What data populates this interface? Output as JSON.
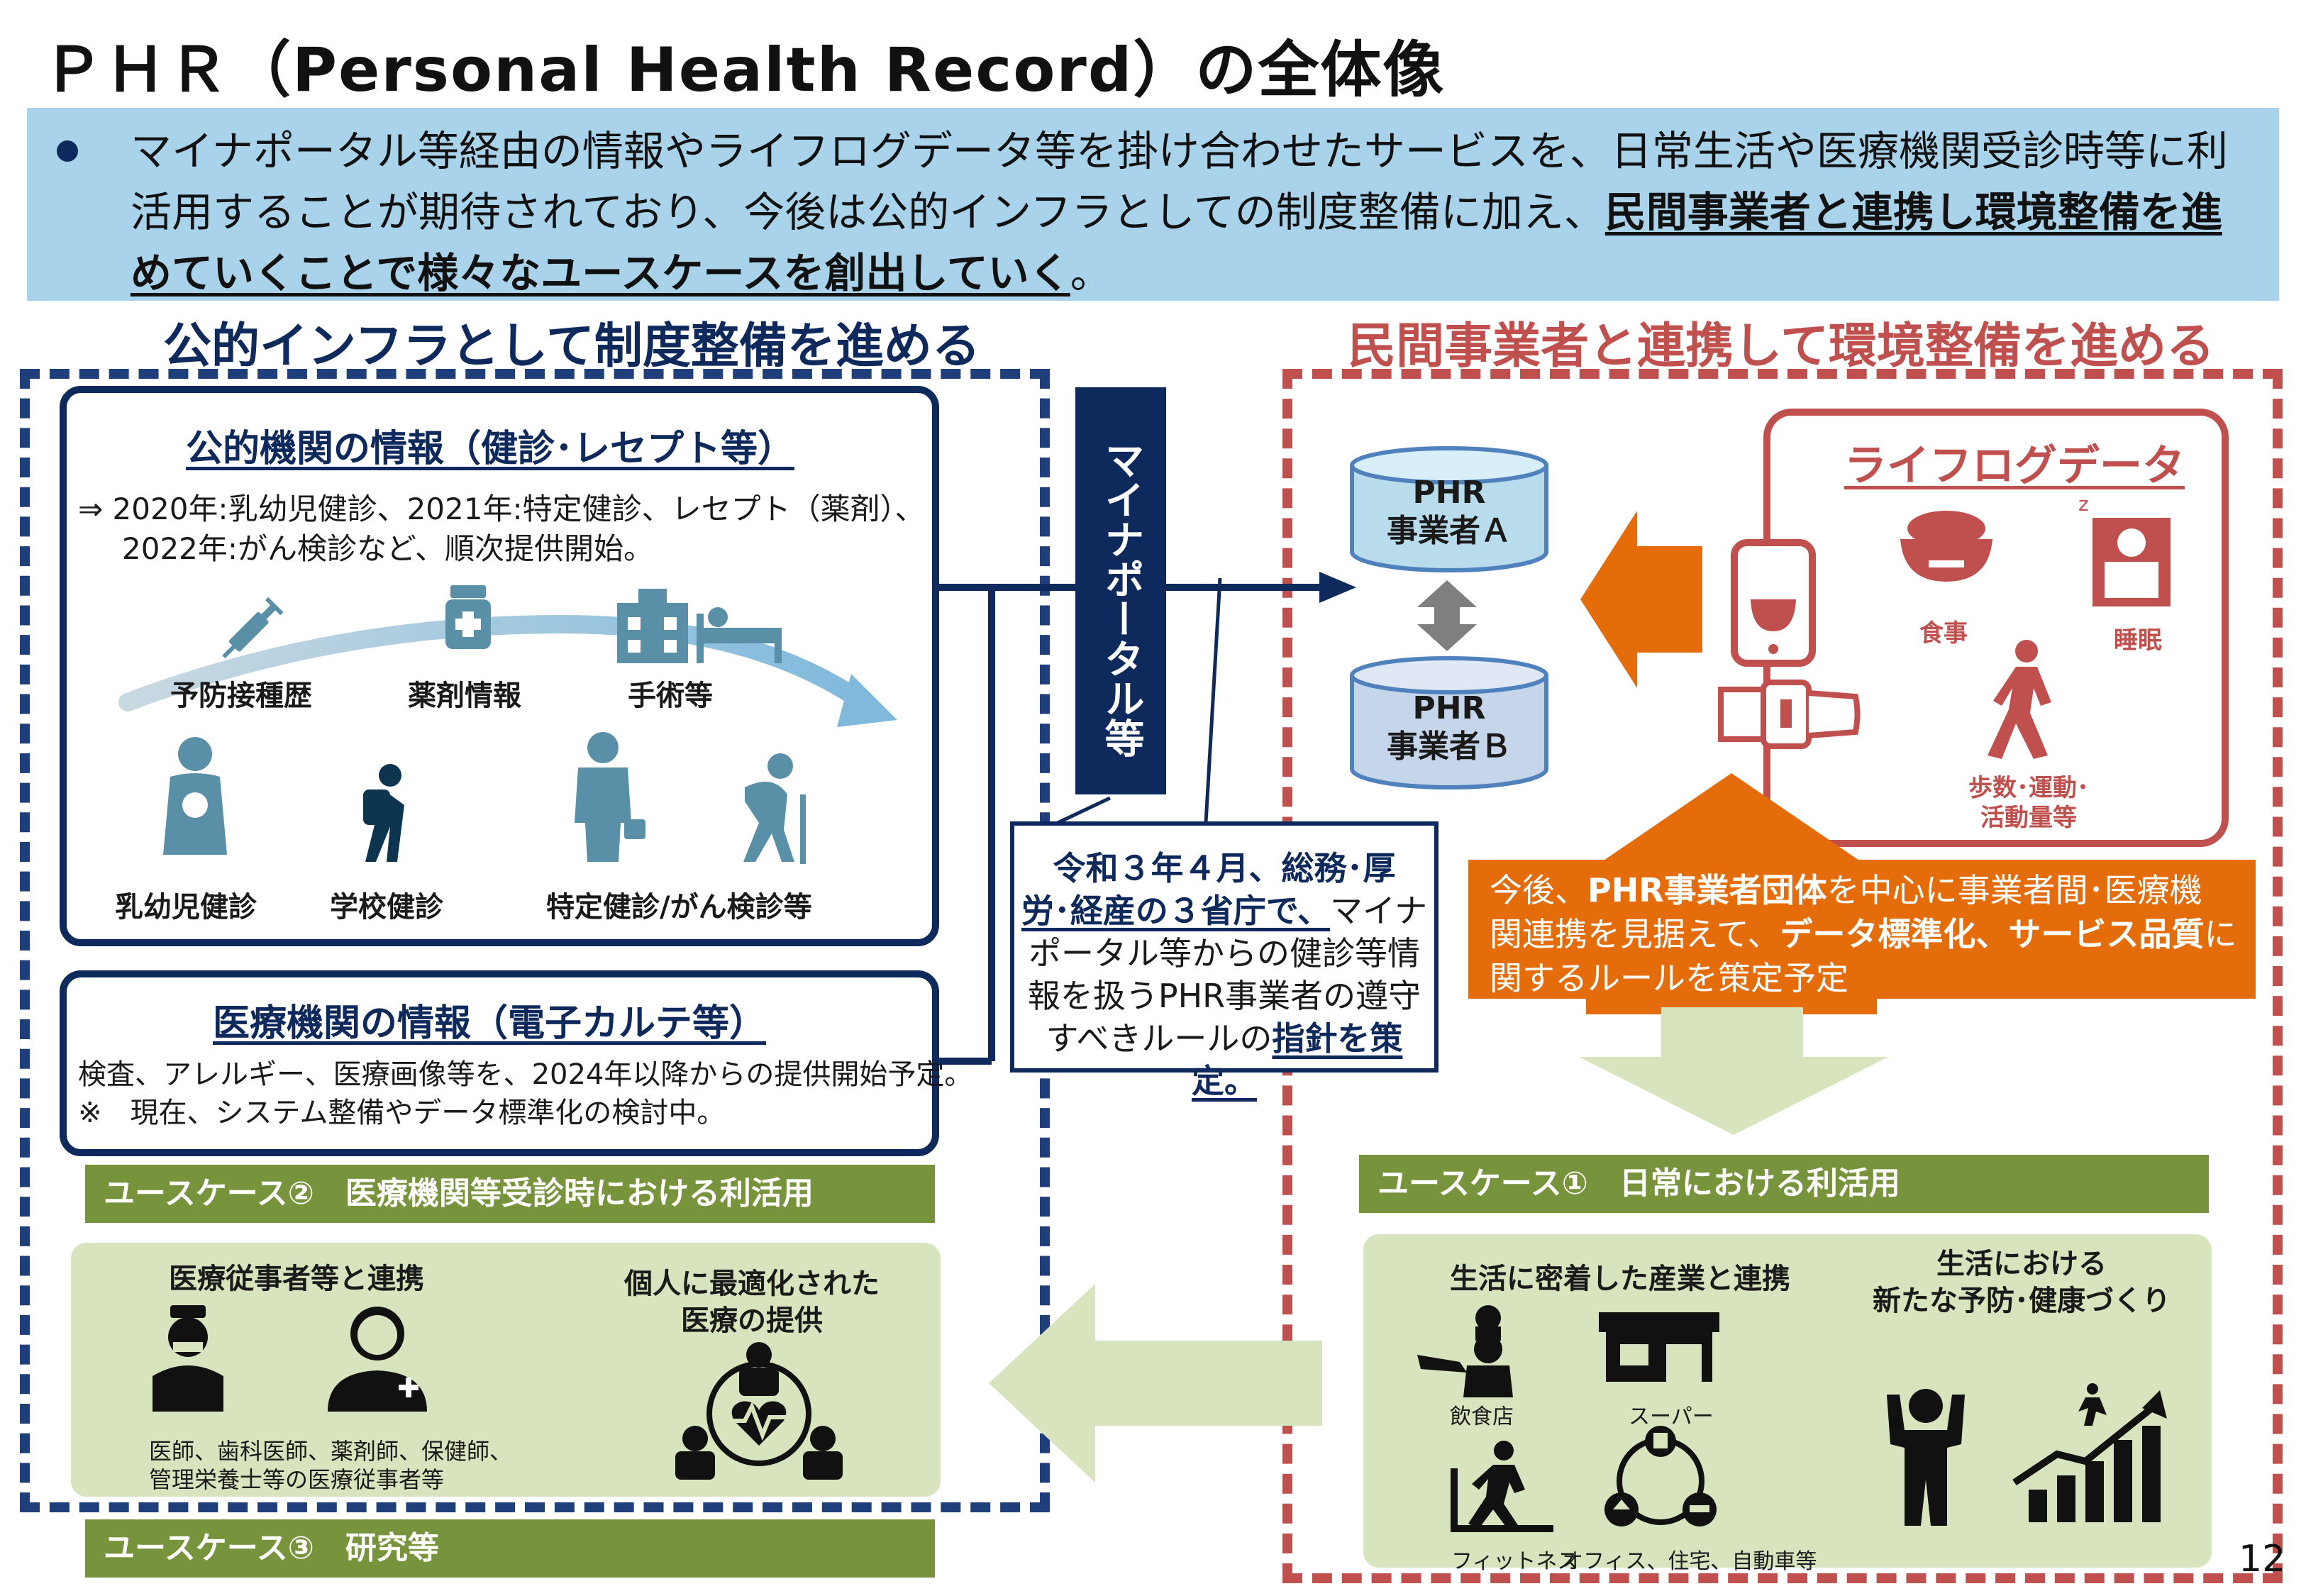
{
  "title": "ＰＨＲ（Personal Health Record）の全体像",
  "bullet": {
    "line1": "マイナポータル等経由の情報やライフログデータ等を掛け合わせたサービスを、日常生活や医療機関受診時等に利",
    "line2_plain": "活用することが期待されており、今後は公的インフラとしての制度整備に加え、",
    "line2_bold": "民間事業者と連携し環境整備を進",
    "line3_bold": "めていくことで様々なユースケースを創出していく",
    "line3_end": "。"
  },
  "left_heading": "公的インフラとして制度整備を進める",
  "right_heading": "民間事業者と連携して環境整備を進める",
  "public_info": {
    "title": "公的機関の情報（健診･レセプト等）",
    "line1": "⇒ 2020年:乳幼児健診、2021年:特定健診、レセプト（薬剤）、",
    "line2": "2022年:がん検診など、順次提供開始。",
    "labels": {
      "vaccine": "予防接種歴",
      "medicine": "薬剤情報",
      "surgery": "手術等",
      "infant": "乳幼児健診",
      "school": "学校健診",
      "specific": "特定健診/がん検診等"
    }
  },
  "medical_info": {
    "title": "医療機関の情報（電子カルテ等）",
    "line1": "検査、アレルギー、医療画像等を、2024年以降からの提供開始予定。",
    "line2": "※　現在、システム整備やデータ標準化の検討中。"
  },
  "myna_portal": "マイナポータル等",
  "guideline": {
    "line1": "令和３年４月、総務･厚",
    "line2_bold": "労･経産の３省庁で、",
    "line2_plain": "マイナ",
    "line3": "ポータル等からの健診等情",
    "line4": "報を扱うPHR事業者の遵守",
    "line5_plain": "すべきルールの",
    "line5_bold": "指針を策定。"
  },
  "phr_a": {
    "l1": "PHR",
    "l2": "事業者Ａ"
  },
  "phr_b": {
    "l1": "PHR",
    "l2": "事業者Ｂ"
  },
  "lifelog": {
    "title": "ライフログデータ",
    "meal": "食事",
    "sleep": "睡眠",
    "steps_l1": "歩数･運動･",
    "steps_l2": "活動量等"
  },
  "orange_note": {
    "l1_a": "今後、",
    "l1_b": "PHR事業者団体",
    "l1_c": "を中心に事業者間･医療機",
    "l2_a": "関連携を見据えて、",
    "l2_b": "データ標準化、サービス品質",
    "l2_c": "に",
    "l3": "関するルールを策定予定"
  },
  "usecase1": {
    "bar": "ユースケース①　日常における利活用",
    "col1_title": "生活に密着した産業と連携",
    "col2_title_l1": "生活における",
    "col2_title_l2": "新たな予防･健康づくり",
    "restaurant": "飲食店",
    "supermarket": "スーパー",
    "fitness": "フィットネス",
    "office": "オフィス、住宅、自動車等"
  },
  "usecase2": {
    "bar": "ユースケース②　医療機関等受診時における利活用",
    "col1_title": "医療従事者等と連携",
    "col2_title_l1": "個人に最適化された",
    "col2_title_l2": "医療の提供",
    "note_l1": "医師、歯科医師、薬剤師、保健師、",
    "note_l2": "管理栄養士等の医療従事者等"
  },
  "usecase3": {
    "bar": "ユースケース③　研究等"
  },
  "page_number": "12",
  "colors": {
    "navy": "#0e2a5c",
    "red": "#c0504d",
    "orange": "#e46c0a",
    "olive": "#77933c",
    "light_green": "#d7e4bd",
    "light_blue": "#a9d3ea"
  }
}
